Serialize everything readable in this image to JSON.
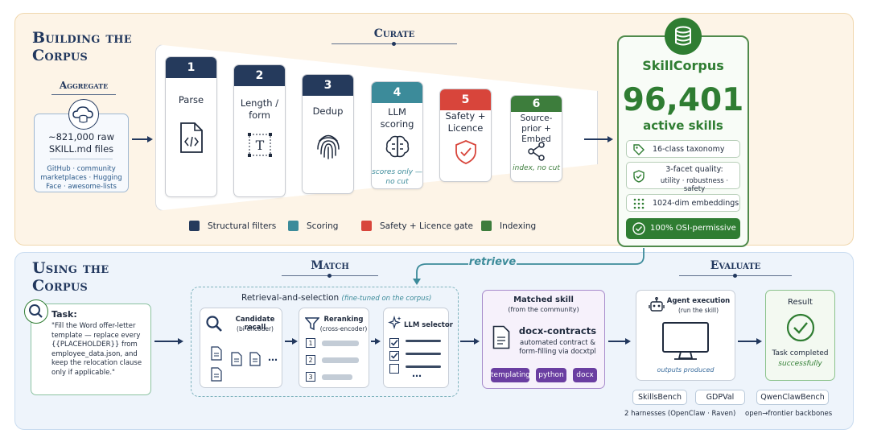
{
  "top": {
    "title": "Building the Corpus",
    "aggregate": {
      "label": "Aggregate",
      "count_text": "~821,000 raw SKILL.md files",
      "sources": "GitHub · community marketplaces · Hugging Face · awesome-lists"
    },
    "curate": {
      "label": "Curate",
      "steps": [
        {
          "num": "1",
          "title": "Parse",
          "note": ""
        },
        {
          "num": "2",
          "title": "Length / form",
          "note": ""
        },
        {
          "num": "3",
          "title": "Dedup",
          "note": ""
        },
        {
          "num": "4",
          "title": "LLM scoring",
          "note": "scores only — no cut"
        },
        {
          "num": "5",
          "title": "Safety + Licence",
          "note": ""
        },
        {
          "num": "6",
          "title": "Source-prior + Embed",
          "note": "index, no cut"
        }
      ]
    },
    "legend": [
      {
        "label": "Structural filters",
        "color": "#253a5c"
      },
      {
        "label": "Scoring",
        "color": "#3c8b9a"
      },
      {
        "label": "Safety + Licence gate",
        "color": "#d8453b"
      },
      {
        "label": "Indexing",
        "color": "#3d7d3c"
      }
    ],
    "skillcorpus": {
      "name": "SkillCorpus",
      "count": "96,401",
      "count_label": "active skills",
      "features": [
        {
          "icon": "tag-icon",
          "text": "16-class taxonomy"
        },
        {
          "icon": "shield-check-icon",
          "title": "3-facet quality:",
          "text": "utility · robustness · safety"
        },
        {
          "icon": "dots-grid-icon",
          "text": "1024-dim embeddings"
        }
      ],
      "badge": "100% OSI-permissive"
    }
  },
  "bottom": {
    "title": "Using the Corpus",
    "retrieve_label": "retrieve",
    "task": {
      "label": "Task:",
      "text": "\"Fill the Word offer-letter template — replace every {{PLACEHOLDER}} from employee_data.json, and keep the relocation clause only if applicable.\""
    },
    "match": {
      "label": "Match",
      "group_title": "Retrieval-and-selection",
      "group_note": "(fine-tuned on the corpus)",
      "recall": {
        "title": "Candidate recall",
        "sub": "(bi-encoder)"
      },
      "rerank": {
        "title": "Reranking",
        "sub": "(cross-encoder)",
        "ranks": [
          "1",
          "2",
          "3"
        ]
      },
      "selector": {
        "title": "LLM selector"
      }
    },
    "matched": {
      "title": "Matched skill",
      "sub": "(from the community)",
      "skill_name": "docx-contracts",
      "description": "automated contract & form-filling via docxtpl",
      "tags": [
        "templating",
        "python",
        "docx"
      ]
    },
    "evaluate": {
      "label": "Evaluate",
      "agent_title": "Agent execution",
      "agent_sub": "(run the skill)",
      "outputs": "outputs produced",
      "result_title": "Result",
      "result_text": "Task completed",
      "result_sub": "successfully",
      "benchmarks": [
        "SkillsBench",
        "GDPVal",
        "QwenClawBench"
      ],
      "harness_note": "2 harnesses (OpenClaw · Raven)",
      "backbone_note": "open→frontier backbones"
    }
  },
  "colors": {
    "navy": "#22385e",
    "teal": "#3c8b9a",
    "red": "#d8453b",
    "green": "#2f7d32",
    "purple": "#6a3ea1"
  }
}
